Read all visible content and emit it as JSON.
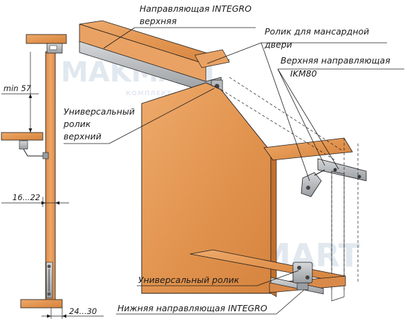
{
  "labels": {
    "top_guide_line1": "Направляющая INTEGRO",
    "top_guide_line2": "верхняя",
    "attic_roller_line1": "Ролик для мансардной",
    "attic_roller_line2": "двери",
    "upper_guide_line1": "Верхняя направляющая",
    "upper_guide_line2": "IKM80",
    "universal_upper_line1": "Универсальный",
    "universal_upper_line2": "ролик",
    "universal_upper_line3": "верхний",
    "universal_roller": "Универсальный ролик",
    "bottom_guide": "Нижняя направляющая INTEGRO"
  },
  "dimensions": {
    "min_gap": "min 57",
    "thickness_range": "16...22",
    "bottom_range": "24...30"
  },
  "watermark": {
    "brand": "MAKMART",
    "sub": "КОМПЛЕКТ",
    "brand2": "MAKMART"
  },
  "colors": {
    "wood_light": "#e9a263",
    "wood_mid": "#d98a4a",
    "wood_dark": "#c0702f",
    "metal": "#b9bcbf",
    "line": "#1a1a1a"
  }
}
